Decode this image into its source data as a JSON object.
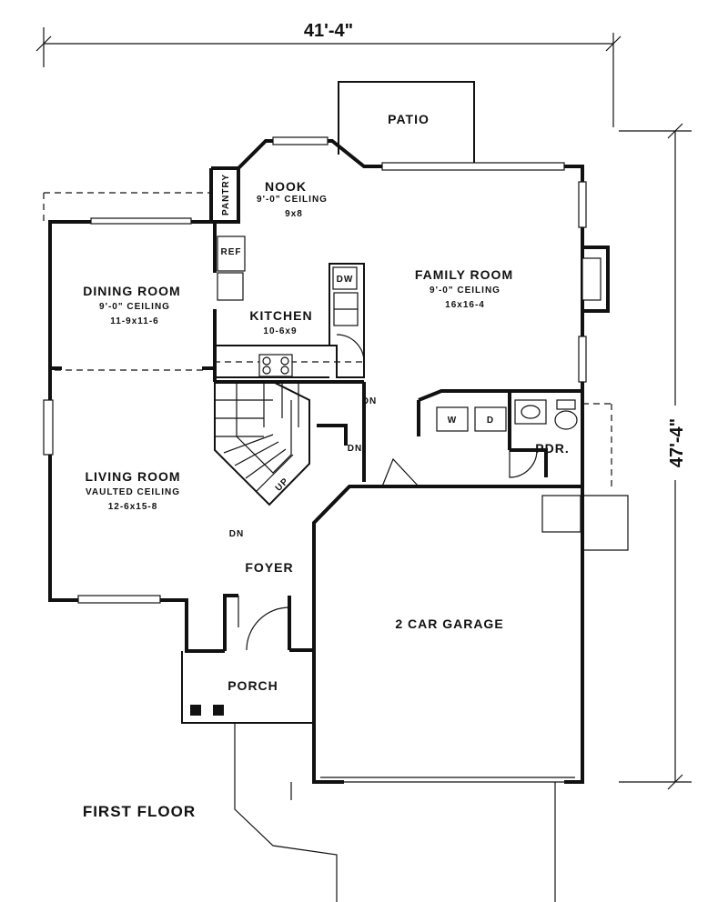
{
  "dimensions": {
    "width": "41'-4\"",
    "depth": "47'-4\""
  },
  "rooms": {
    "patio": "PATIO",
    "nook": {
      "name": "NOOK",
      "ceiling": "9'-0\" CEILING",
      "size": "9x8"
    },
    "pantry": "PANTRY",
    "ref": "REF",
    "dw": "DW",
    "dining": {
      "name": "DINING ROOM",
      "ceiling": "9'-0\" CEILING",
      "size": "11-9x11-6"
    },
    "kitchen": {
      "name": "KITCHEN",
      "size": "10-6x9"
    },
    "family": {
      "name": "FAMILY ROOM",
      "ceiling": "9'-0\" CEILING",
      "size": "16x16-4"
    },
    "living": {
      "name": "LIVING ROOM",
      "ceiling": "VAULTED CEILING",
      "size": "12-6x15-8"
    },
    "washer": "W",
    "dryer": "D",
    "powder": "PDR.",
    "foyer": "FOYER",
    "garage": "2 CAR GARAGE",
    "porch": "PORCH"
  },
  "stairs": {
    "up": "UP",
    "down": "DN"
  },
  "floor_title": "FIRST FLOOR"
}
